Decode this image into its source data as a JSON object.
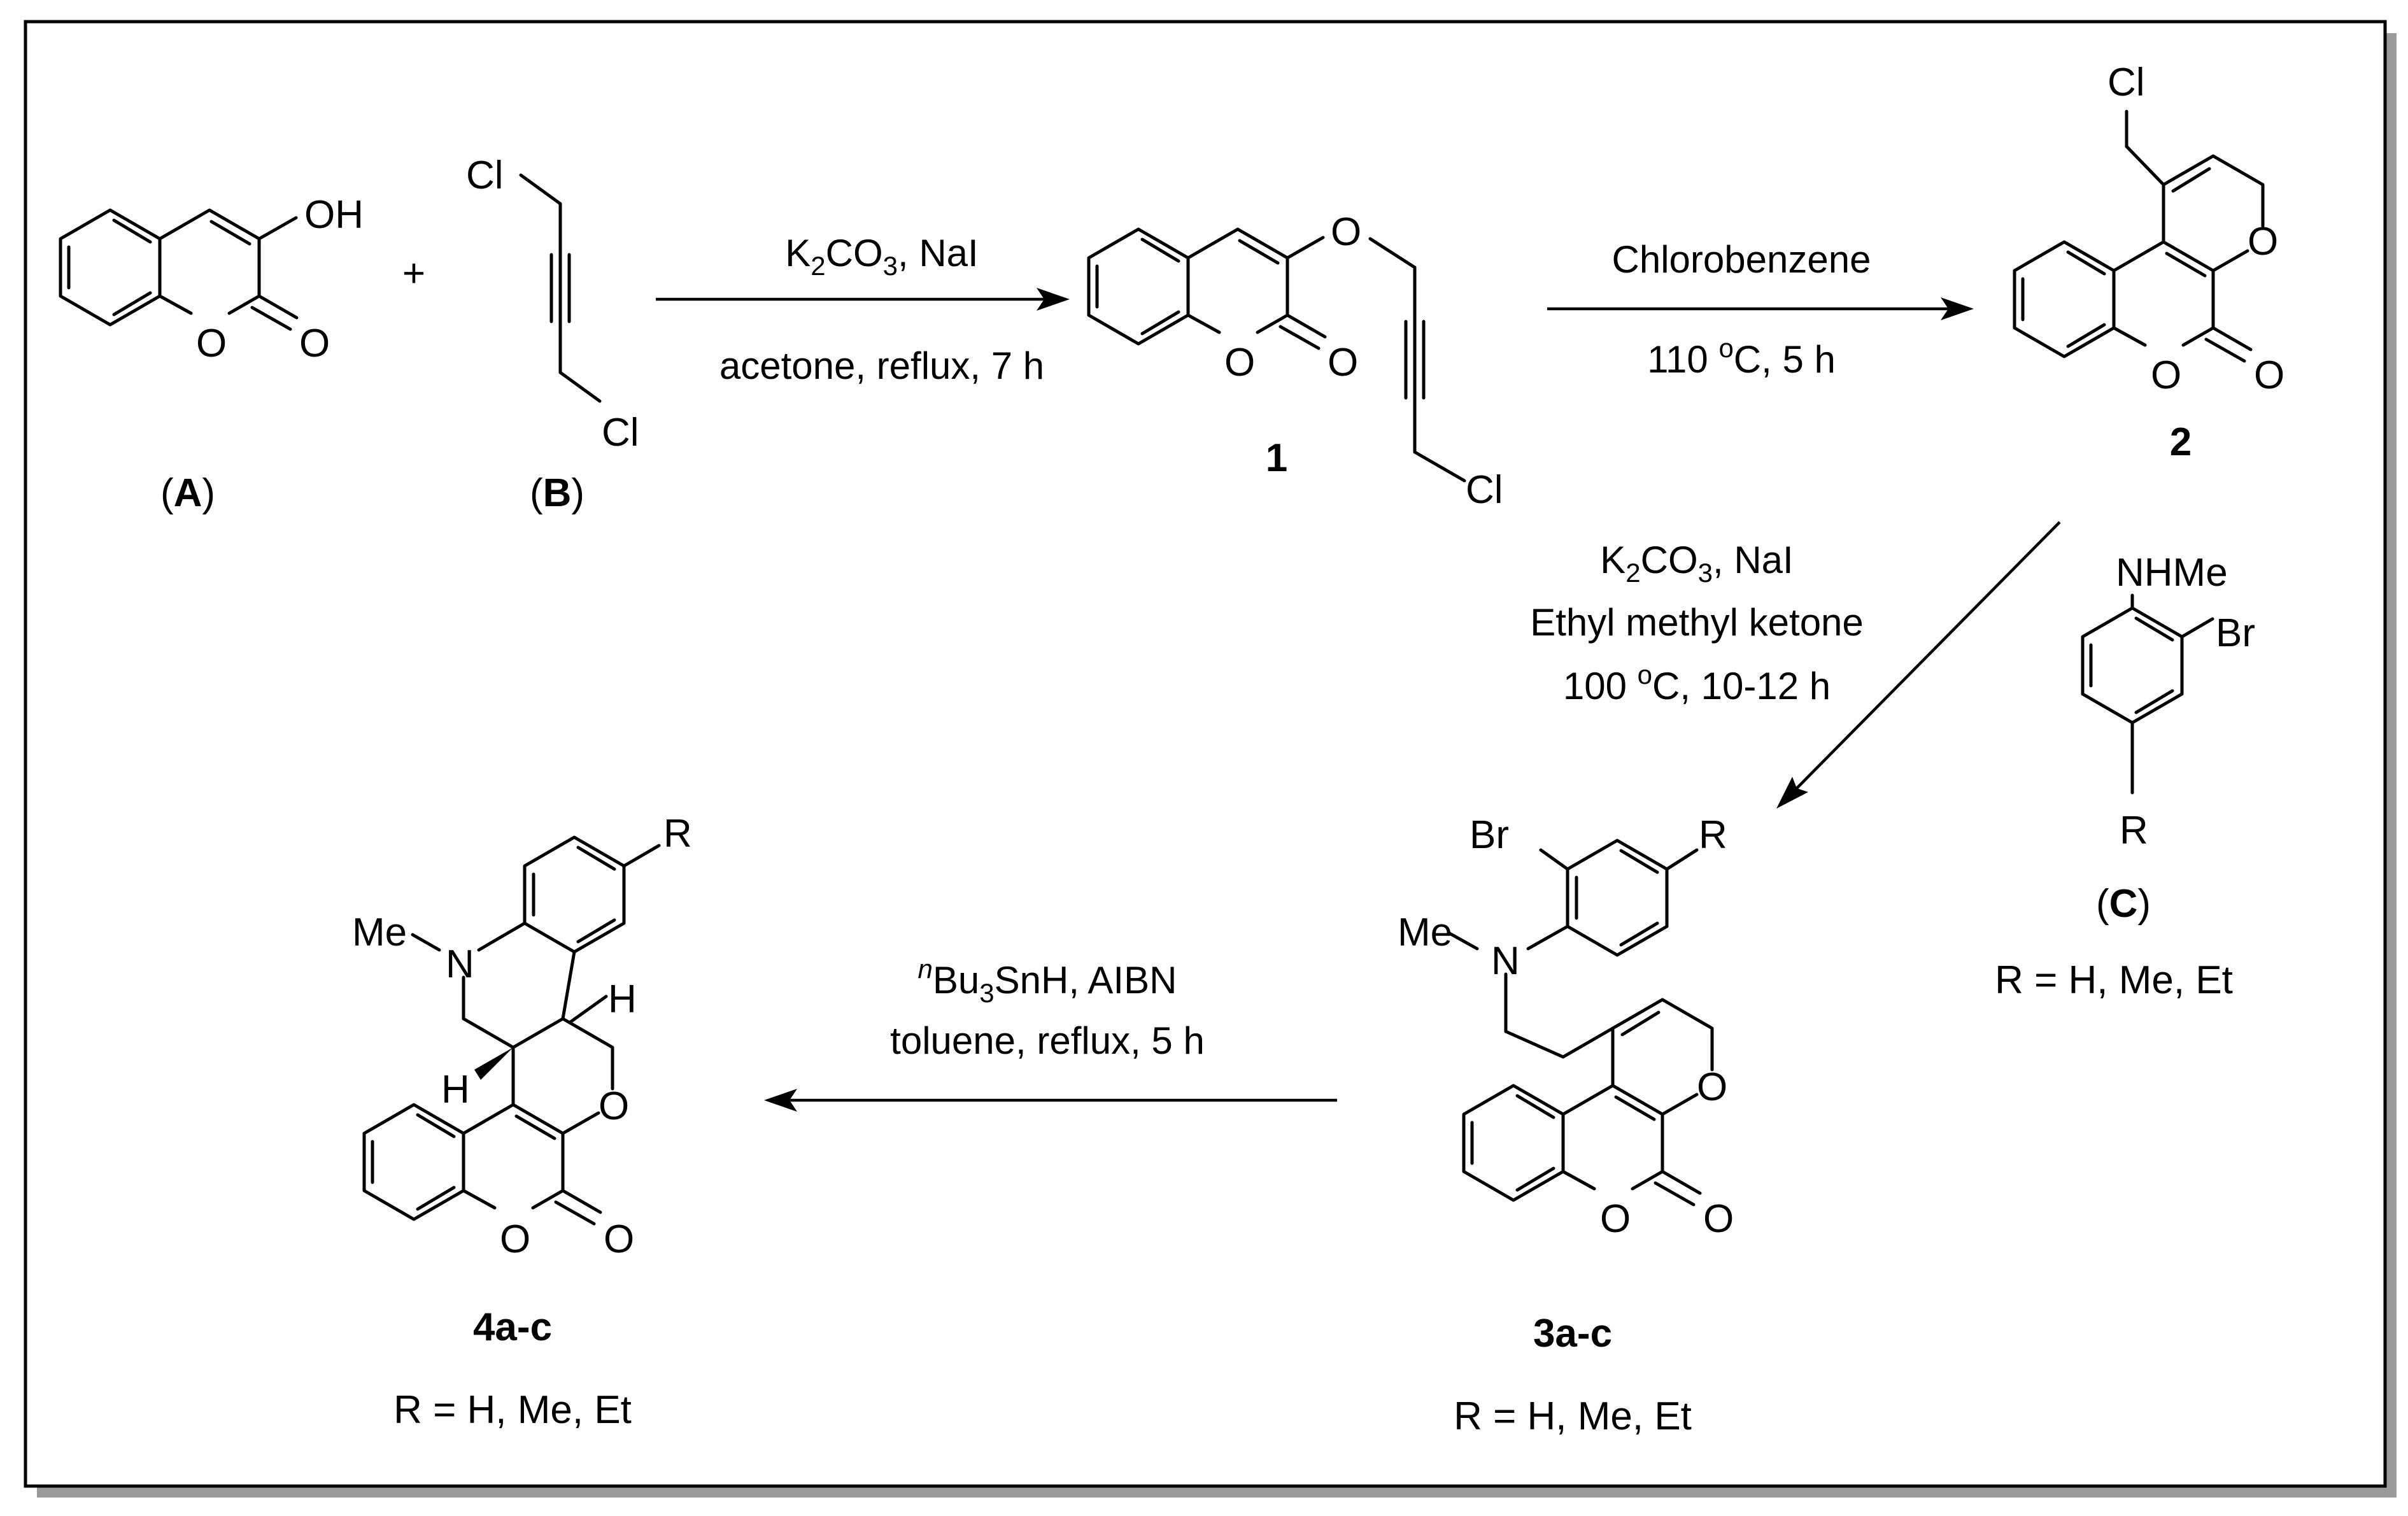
{
  "reagent_A": {
    "label": "A",
    "oh": "OH",
    "o_ring": "O",
    "o_carbonyl": "O"
  },
  "reagent_B": {
    "label": "B",
    "cl_top": "Cl",
    "cl_bottom": "Cl"
  },
  "plus": "+",
  "step1": {
    "reagents_line1": "K2CO3, NaI",
    "reagents_line2": "acetone, reflux, 7 h"
  },
  "compound_1": {
    "label": "1",
    "o_ether": "O",
    "o_ring": "O",
    "o_carbonyl": "O",
    "cl": "Cl"
  },
  "step2": {
    "line1": "Chlorobenzene",
    "line2": "110 oC, 5 h"
  },
  "compound_2": {
    "label": "2",
    "cl": "Cl",
    "o_pyran": "O",
    "o_ring": "O",
    "o_carbonyl": "O"
  },
  "step3": {
    "line1": "K2CO3, NaI",
    "line2": "Ethyl methyl ketone",
    "line3": "100 oC, 10-12 h"
  },
  "reagent_C": {
    "label": "C",
    "nhme": "NHMe",
    "br": "Br",
    "r": "R",
    "r_def": "R = H, Me, Et"
  },
  "compound_3": {
    "label": "3a-c",
    "br": "Br",
    "r": "R",
    "me": "Me",
    "n": "N",
    "o_pyran": "O",
    "o_ring": "O",
    "o_carbonyl": "O",
    "r_def": "R = H, Me, Et"
  },
  "step4": {
    "line1": "nBu3SnH, AIBN",
    "line2": "toluene, reflux, 5 h"
  },
  "compound_4": {
    "label": "4a-c",
    "r": "R",
    "me": "Me",
    "n": "N",
    "h_top": "H",
    "h_bottom": "H",
    "o_pyran": "O",
    "o_ring": "O",
    "o_carbonyl": "O",
    "r_def": "R = H, Me, Et"
  }
}
